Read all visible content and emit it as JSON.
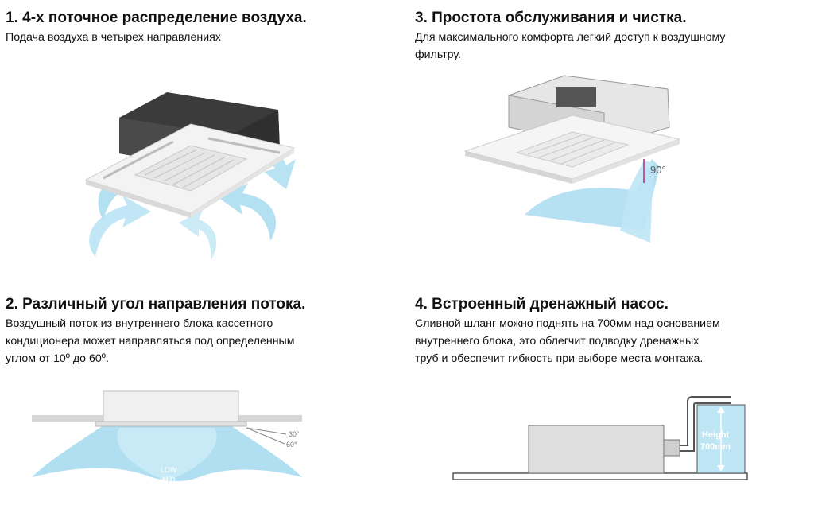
{
  "features": [
    {
      "title": "1. 4-х поточное распределение воздуха.",
      "lines": [
        "Подача воздуха в четырех направлениях"
      ]
    },
    {
      "title": "2. Различный угол направления потока.",
      "lines": [
        "Воздушный поток из внутреннего блока кассетного",
        "кондиционера может направляться под определенным",
        "углом от 10º до 60º."
      ]
    },
    {
      "title": "3. Простота обслуживания и чистка.",
      "lines": [
        "Для максимального комфорта легкий доступ к воздушному",
        "фильтру."
      ]
    },
    {
      "title": "4. Встроенный дренажный насос.",
      "lines": [
        "Сливной шланг можно поднять на 700мм над основанием",
        "внутреннего блока, это облегчит подводку дренажных",
        "труб и обеспечит гибкость при выборе места монтажа."
      ]
    }
  ],
  "diagram_labels": {
    "angle_90": "90°",
    "angle_30": "30°",
    "angle_60": "60°",
    "low": "LOW",
    "mid": "MID",
    "height_line1": "Height",
    "height_line2": "700mm"
  },
  "colors": {
    "airflow": "#9fd8ef",
    "water": "#bfe6f5",
    "panel": "#f2f2f2",
    "unit_dark": "#3a3a3a"
  }
}
